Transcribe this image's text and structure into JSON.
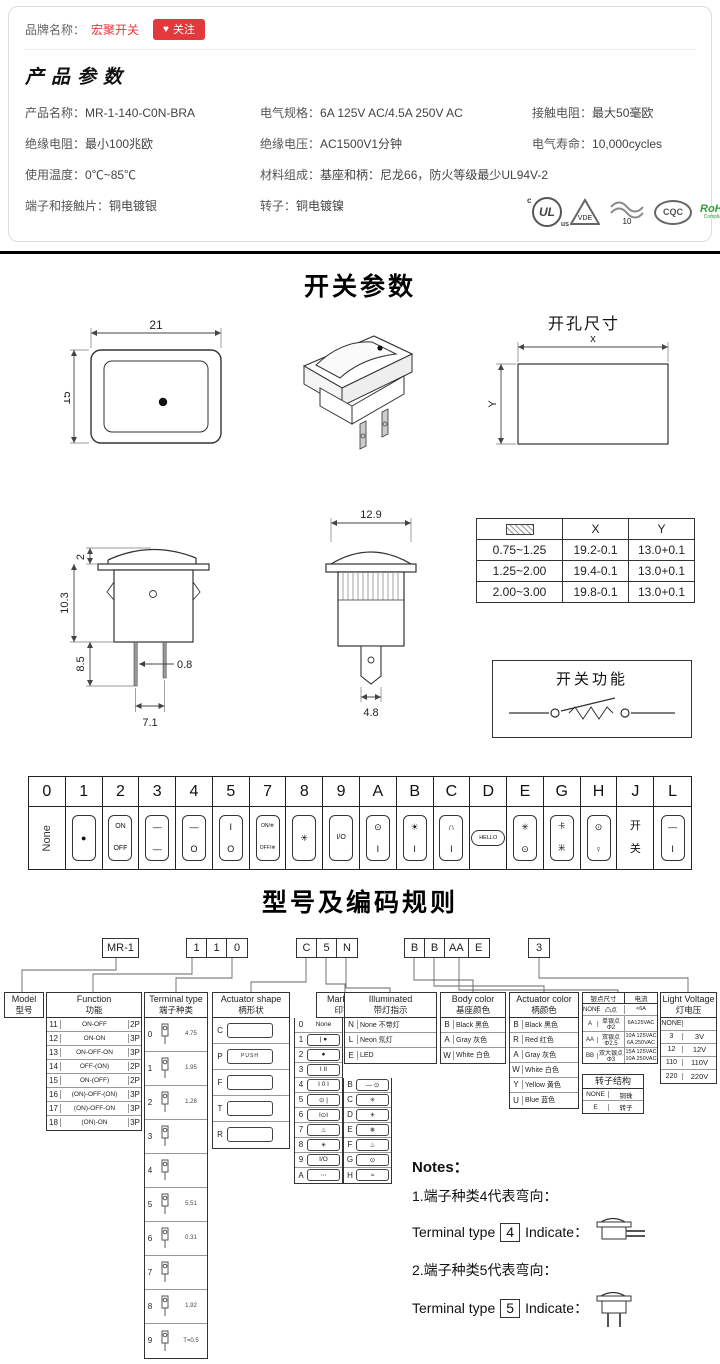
{
  "header": {
    "brand_label": "品牌名称：",
    "brand_name": "宏聚开关",
    "follow_label": "关注",
    "title": "产品参数",
    "specs_col1": [
      {
        "label": "产品名称：",
        "value": "MR-1-140-C0N-BRA"
      },
      {
        "label": "绝缘电阻：",
        "value": "最小100兆欧"
      },
      {
        "label": "使用温度：",
        "value": "0℃~85℃"
      },
      {
        "label": "端子和接触片：",
        "value": "铜电镀银"
      }
    ],
    "specs_col2": [
      {
        "label": "电气规格：",
        "value": "6A  125V  AC/4.5A 250V  AC"
      },
      {
        "label": "绝缘电压：",
        "value": "AC1500V1分钟"
      },
      {
        "label": "材料组成：",
        "value": "基座和柄：尼龙66，防火等级最少UL94V-2"
      },
      {
        "label": "转子：",
        "value": "铜电镀镍"
      }
    ],
    "specs_col3": [
      {
        "label": "接触电阻：",
        "value": "最大50毫欧"
      },
      {
        "label": "电气寿命：",
        "value": "10,000cycles"
      }
    ],
    "certs": [
      {
        "pre": "c",
        "text": "UL",
        "post": "us"
      },
      {
        "text": "VDE"
      },
      {
        "text": "10"
      },
      {
        "text": "CQC"
      },
      {
        "text": "RoHS",
        "text2": "Compliant"
      }
    ]
  },
  "titles": {
    "switch_params": "开关参数",
    "coding_rules": "型号及编码规则"
  },
  "drawings": {
    "front": {
      "w": "21",
      "h": "15"
    },
    "hole": {
      "title": "开孔尺寸",
      "x": "x",
      "y": "Y"
    },
    "side": {
      "d1": "2",
      "d2": "10.3",
      "d3": "8.5",
      "d4": "0.8",
      "d5": "7.1"
    },
    "front2": {
      "w": "12.9",
      "t": "4.8"
    },
    "xy_table": {
      "x": "X",
      "y": "Y",
      "rows": [
        [
          "0.75~1.25",
          "19.2-0.1",
          "13.0+0.1"
        ],
        [
          "1.25~2.00",
          "19.4-0.1",
          "13.0+0.1"
        ],
        [
          "2.00~3.00",
          "19.8-0.1",
          "13.0+0.1"
        ]
      ]
    },
    "function_title": "开关功能"
  },
  "code_row": [
    {
      "code": "0",
      "sym": [
        "None"
      ],
      "style": "rot"
    },
    {
      "code": "1",
      "sym": [
        "●"
      ],
      "style": ""
    },
    {
      "code": "2",
      "sym": [
        "ON",
        "OFF"
      ],
      "style": "sm"
    },
    {
      "code": "3",
      "sym": [
        "—",
        "—"
      ],
      "style": ""
    },
    {
      "code": "4",
      "sym": [
        "—",
        "O"
      ],
      "style": ""
    },
    {
      "code": "5",
      "sym": [
        "I",
        "O"
      ],
      "style": ""
    },
    {
      "code": "7",
      "sym": [
        "ON/❄",
        "OFF/❄"
      ],
      "style": "xs"
    },
    {
      "code": "8",
      "sym": [
        "✳"
      ],
      "style": ""
    },
    {
      "code": "9",
      "sym": [
        "I/O"
      ],
      "style": "sm"
    },
    {
      "code": "A",
      "sym": [
        "⊙",
        "I"
      ],
      "style": ""
    },
    {
      "code": "B",
      "sym": [
        "☀",
        "I"
      ],
      "style": ""
    },
    {
      "code": "C",
      "sym": [
        "∩",
        "I"
      ],
      "style": ""
    },
    {
      "code": "D",
      "sym": [
        "HELLO"
      ],
      "style": "oval"
    },
    {
      "code": "E",
      "sym": [
        "✳",
        "⊙"
      ],
      "style": ""
    },
    {
      "code": "G",
      "sym": [
        "卡",
        "米"
      ],
      "style": "sm"
    },
    {
      "code": "H",
      "sym": [
        "⊙",
        "♀"
      ],
      "style": ""
    },
    {
      "code": "J",
      "sym": [
        "开",
        "关"
      ],
      "style": "plain"
    },
    {
      "code": "L",
      "sym": [
        "—",
        "I"
      ],
      "style": ""
    }
  ],
  "coding": {
    "boxes": [
      {
        "cells": [
          "MR-1"
        ]
      },
      {
        "cells": [
          "1",
          "1",
          "0"
        ]
      },
      {
        "cells": [
          "C",
          "5",
          "N"
        ]
      },
      {
        "cells": [
          "B",
          "B",
          "AA",
          "E"
        ]
      },
      {
        "cells": [
          "3"
        ]
      }
    ],
    "model": {
      "en": "Model",
      "cn": "型号"
    },
    "function": {
      "en": "Function",
      "cn": "功能",
      "rows": [
        [
          "11",
          "ON-OFF",
          "2P"
        ],
        [
          "12",
          "ON-ON",
          "3P"
        ],
        [
          "13",
          "ON-OFF-ON",
          "3P"
        ],
        [
          "14",
          "OFF-(ON)",
          "2P"
        ],
        [
          "15",
          "ON-(OFF)",
          "2P"
        ],
        [
          "16",
          "(ON)-OFF-(ON)",
          "3P"
        ],
        [
          "17",
          "(ON)-OFF-ON",
          "3P"
        ],
        [
          "18",
          "(ON)-ON",
          "3P"
        ]
      ]
    },
    "terminal": {
      "en": "Terminal type",
      "cn": "端子种类",
      "rows": [
        [
          "0",
          "4.75"
        ],
        [
          "1",
          "1.95"
        ],
        [
          "2",
          "1.28"
        ],
        [
          "3",
          ""
        ],
        [
          "4",
          ""
        ],
        [
          "5",
          "5.51"
        ],
        [
          "6",
          "0.31"
        ],
        [
          "7",
          ""
        ],
        [
          "8",
          "1.92"
        ],
        [
          "9",
          "T=0.5"
        ]
      ]
    },
    "actuator_shape": {
      "en": "Actuator shape",
      "cn": "柄形状",
      "rows": [
        [
          "C",
          ""
        ],
        [
          "P",
          "PUSH"
        ],
        [
          "F",
          ""
        ],
        [
          "T",
          ""
        ],
        [
          "R",
          ""
        ]
      ]
    },
    "marking": {
      "en": "Marking",
      "cn": "印字",
      "left": [
        [
          "0",
          "None"
        ],
        [
          "1",
          "| ●"
        ],
        [
          "2",
          "●"
        ],
        [
          "3",
          "I II"
        ],
        [
          "4",
          "I 0 I"
        ],
        [
          "5",
          "⊙ |"
        ],
        [
          "6",
          "I⊙I"
        ],
        [
          "7",
          "♨"
        ],
        [
          "8",
          "☀"
        ],
        [
          "9",
          "I/O"
        ],
        [
          "A",
          "⋯"
        ]
      ],
      "right": [
        [
          "B",
          "— ⊙"
        ],
        [
          "C",
          "✳"
        ],
        [
          "D",
          "☀"
        ],
        [
          "E",
          "❄"
        ],
        [
          "F",
          "♨"
        ],
        [
          "G",
          "⊙"
        ],
        [
          "H",
          "≈"
        ]
      ]
    },
    "illuminated": {
      "en": "Illuminated",
      "cn": "带灯指示",
      "rows": [
        [
          "N",
          "None 不带灯"
        ],
        [
          "L",
          "Neon 氖灯"
        ],
        [
          "E",
          "LED"
        ]
      ]
    },
    "body_color": {
      "en": "Body color",
      "cn": "基座颜色",
      "rows": [
        [
          "B",
          "Black 黑色"
        ],
        [
          "A",
          "Gray 灰色"
        ],
        [
          "W",
          "White 白色"
        ]
      ]
    },
    "actuator_color": {
      "en": "Actuator color",
      "cn": "柄颜色",
      "rows": [
        [
          "B",
          "Black 黑色"
        ],
        [
          "R",
          "Red 红色"
        ],
        [
          "A",
          "Gray 灰色"
        ],
        [
          "W",
          "White 白色"
        ],
        [
          "Y",
          "Yellow 黄色"
        ],
        [
          "U",
          "Blue 蓝色"
        ]
      ]
    },
    "silver": {
      "h1": "银点尺寸",
      "h2": "电流",
      "rows": [
        [
          "NONE",
          "凸点",
          "<6A"
        ],
        [
          "A",
          "单银点Φ2",
          "6A125VAC"
        ],
        [
          "AA",
          "双银点Φ2.5",
          "10A 125VAC 6A 250VAC"
        ],
        [
          "BB",
          "双大银点Φ3",
          "15A 125VAC 10A 250VAC"
        ]
      ]
    },
    "rotor": {
      "title": "转子结构",
      "rows": [
        [
          "NONE",
          "铜珠"
        ],
        [
          "E",
          "转子"
        ]
      ]
    },
    "light_voltage": {
      "en": "Light Voltage",
      "cn": "灯电压",
      "rows": [
        [
          "NONE",
          ""
        ],
        [
          "3",
          "3V"
        ],
        [
          "12",
          "12V"
        ],
        [
          "110",
          "110V"
        ],
        [
          "220",
          "220V"
        ]
      ]
    }
  },
  "notes": {
    "title": "Notes：",
    "line1": "1.端子种类4代表弯向：",
    "line2": "2.端子种类5代表弯向：",
    "t_label": "Terminal type",
    "t4": "4",
    "t5": "5",
    "indicate": "Indicate："
  }
}
